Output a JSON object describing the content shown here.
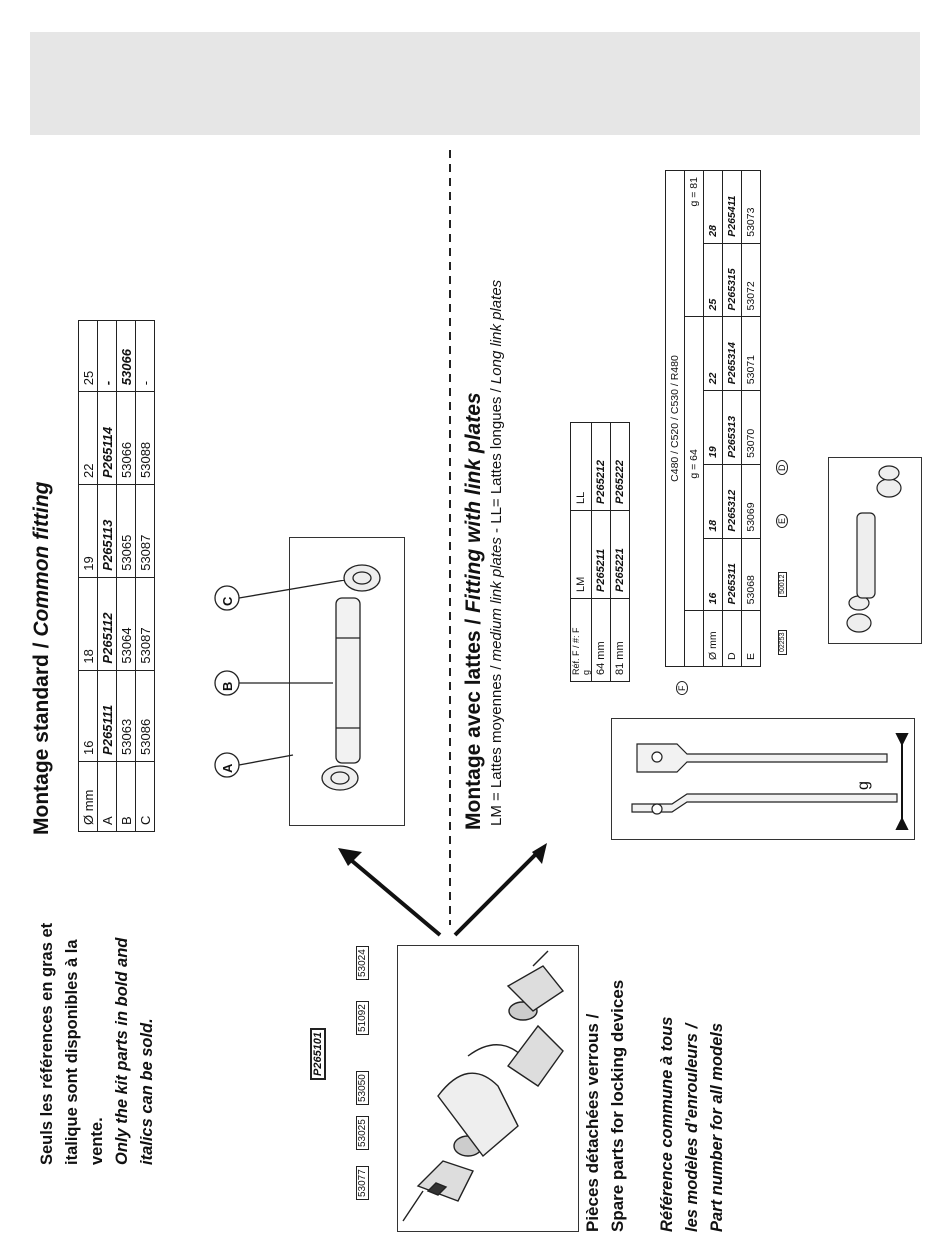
{
  "note_fr_1": "Seuls les références en gras et",
  "note_fr_2": "italique sont disponibles à la",
  "note_fr_3": "vente.",
  "note_en_1": "Only the kit parts in bold and",
  "note_en_2": "italics can be sold.",
  "spare_fr": "Pièces détachées verrous /",
  "spare_en": "Spare parts for locking devices",
  "ref_1": "Référence commune à tous",
  "ref_2": "les modèles d’enrouleurs /",
  "ref_3": "Part number for all models",
  "common": {
    "title_fr": "Montage standard / ",
    "title_en": "Common fitting",
    "header": [
      "Ø mm",
      "16",
      "18",
      "19",
      "22",
      "25"
    ],
    "rows": [
      [
        "A",
        "P265111",
        "P265112",
        "P265113",
        "P265114",
        "-"
      ],
      [
        "B",
        "53063",
        "53064",
        "53065",
        "53066",
        "53066"
      ],
      [
        "C",
        "53086",
        "53087",
        "53087",
        "53088",
        "-"
      ]
    ],
    "labels": [
      "A",
      "B",
      "C"
    ]
  },
  "link": {
    "title_fr": "Montage avec lattes / ",
    "title_en": "Fitting with link plates",
    "sub_1": "LM = Lattes moyennes / ",
    "sub_2": "medium link plates",
    "sub_3": " - LL= Lattes longues / ",
    "sub_4": "Long link plates",
    "ref_table": {
      "corner_top": "Réf. F / #: F",
      "corner_bottom": "g",
      "cols": [
        "LM",
        "LL"
      ],
      "rows": [
        [
          "64 mm",
          "P265211",
          "P265212"
        ],
        [
          "81 mm",
          "P265221",
          "P265222"
        ]
      ]
    },
    "model_table": {
      "models": "C480 / C520 / C530 / R480",
      "g64": "g = 64",
      "g81": "g = 81",
      "header": [
        "Ø mm",
        "16",
        "18",
        "19",
        "22",
        "25",
        "28"
      ],
      "rows": [
        [
          "D",
          "P265311",
          "P265312",
          "P265313",
          "P265314",
          "P265315",
          "P265411"
        ],
        [
          "E",
          "53068",
          "53069",
          "53070",
          "53071",
          "53072",
          "53073"
        ]
      ]
    },
    "g_label": "g",
    "f_label": "F",
    "d_label": "D",
    "e_label": "E",
    "codes": [
      "02253",
      "50012"
    ]
  },
  "kit_codes": {
    "kit": "P265101",
    "c1": "53077",
    "c2": "53025",
    "c3": "53050",
    "c4": "51092",
    "c5": "53024"
  }
}
